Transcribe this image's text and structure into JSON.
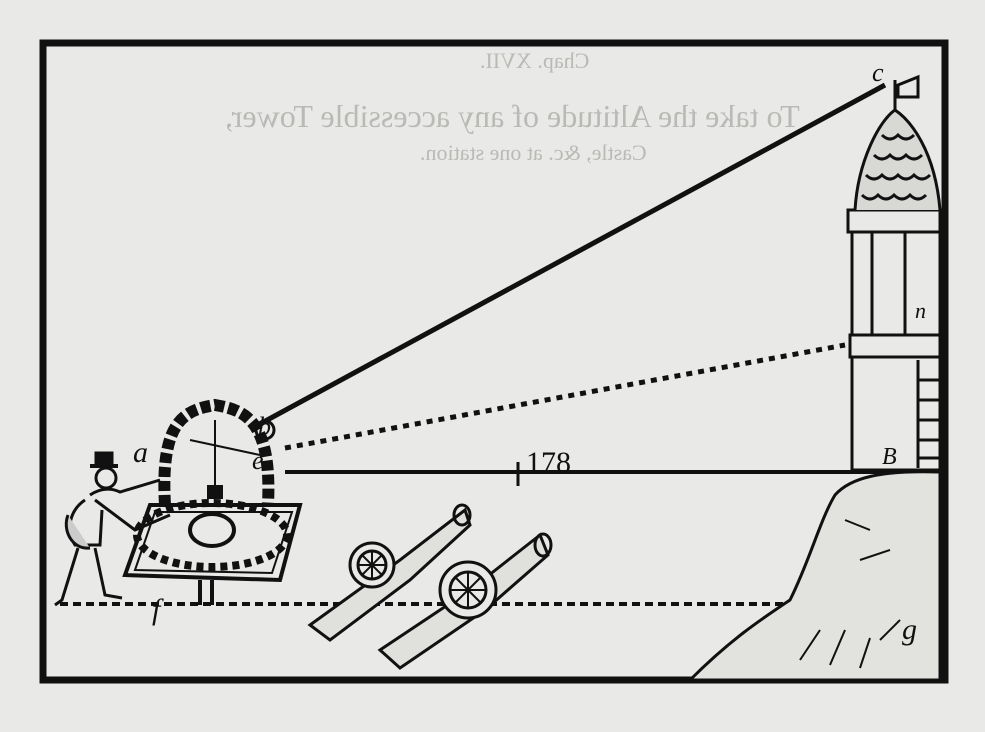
{
  "bleed_through": {
    "chapter": "Chap. XVII.",
    "heading": "To take the Altitude of any accessible Tower,",
    "subheading": "Castle, &c. at one station."
  },
  "labels": {
    "a": "a",
    "b": "b",
    "c": "c",
    "e": "e",
    "f": "f",
    "g": "g",
    "B": "B",
    "n": "n",
    "distance": "178"
  },
  "colors": {
    "ink": "#111111",
    "paper": "#e9e9e7",
    "bleed": "#b9b9b6"
  }
}
